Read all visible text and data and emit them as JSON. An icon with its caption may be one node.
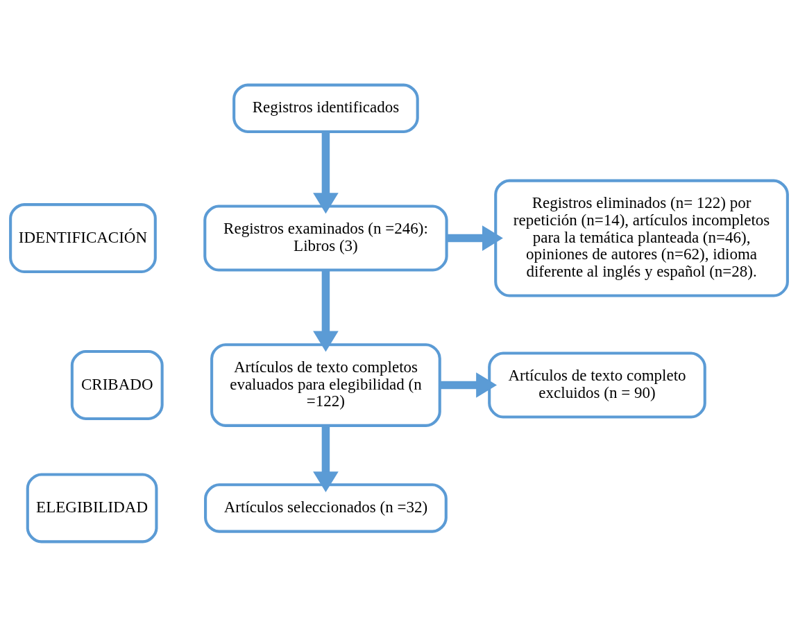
{
  "diagram": {
    "nodes": [
      {
        "text": [
          "Registros identificados"
        ]
      },
      {
        "text": [
          "IDENTIFICACIÓN"
        ]
      },
      {
        "text": [
          "Registros examinados (n =246): Libros (3)"
        ]
      },
      {
        "text": [
          "Registros eliminados (n= 122) por repetición (n=14), artículos incompletos para la temática planteada (n=46), opiniones de autores (n=62), idioma diferente al inglés y español (n=28)."
        ]
      },
      {
        "text": [
          "CRIBADO"
        ]
      },
      {
        "text": [
          "Artículos de texto completos evaluados para elegibilidad (n =122)"
        ]
      },
      {
        "text": [
          "Artículos de texto completo excluidos (n = 90)"
        ]
      },
      {
        "text": [
          "ELEGIBILIDAD"
        ]
      },
      {
        "text": [
          "Artículos seleccionados (n =32)"
        ]
      }
    ],
    "edges": [
      {
        "from": 0,
        "to": 2,
        "arrow": "to"
      },
      {
        "from": 2,
        "to": 3,
        "arrow": "to"
      },
      {
        "from": 2,
        "to": 5,
        "arrow": "to"
      },
      {
        "from": 5,
        "to": 6,
        "arrow": "to"
      },
      {
        "from": 5,
        "to": 8,
        "arrow": "to"
      }
    ]
  }
}
